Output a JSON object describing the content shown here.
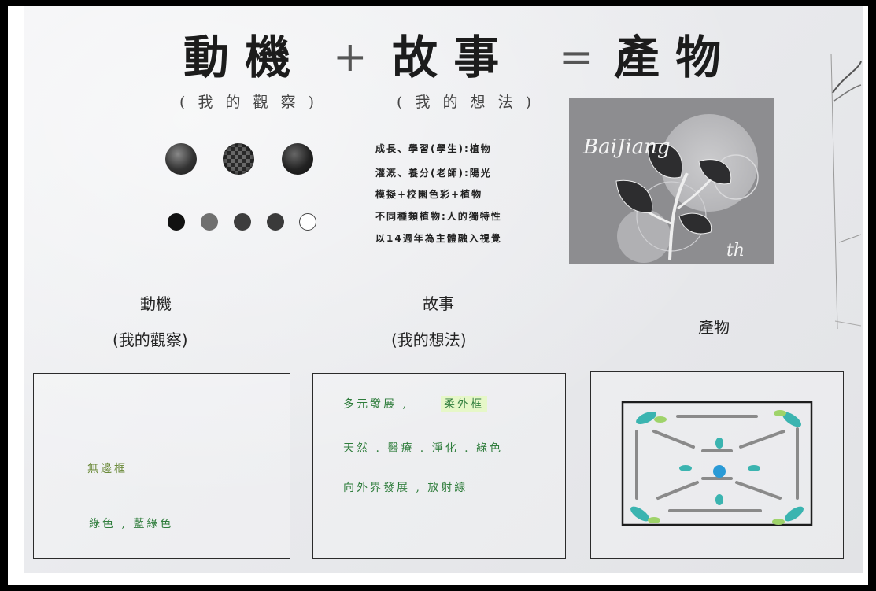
{
  "headline": {
    "word1": "動 機",
    "plus": "+",
    "word2": "故 事",
    "equals": "=",
    "word3": "產 物"
  },
  "subtitles": {
    "observation": "( 我 的 觀 察 )",
    "idea": "( 我 的 想 法 )"
  },
  "story_lines": [
    "成長、學習(學生):植物",
    "灌溉、養分(老師):陽光",
    "模擬+校園色彩+植物",
    "不同種類植物:人的獨特性",
    "以14週年為主體融入視覺"
  ],
  "poster": {
    "script_text": "BaiJiang",
    "tail_text": "th"
  },
  "dot_colors": [
    "#111111",
    "#6f6f6f",
    "#3d3d3d",
    "#3a3a3a",
    "#ffffff"
  ],
  "section_labels": {
    "motive": "動機",
    "motive_sub": "(我的觀察)",
    "story": "故事",
    "story_sub": "(我的想法)",
    "product": "產物"
  },
  "handwriting": {
    "box1_line1": "無邊框",
    "box1_line2": "綠色 , 藍綠色",
    "box2_line1": "多元發展 ,",
    "box2_highlight": "柔外框",
    "box2_line2": "天然 . 醫療 . 淨化 . 綠色",
    "box2_line3": "向外界發展 , 放射線"
  },
  "accent_colors": {
    "handwriting_green": "#2f7d3c",
    "teal": "#3bb4b0",
    "blue": "#2a9ad6"
  }
}
